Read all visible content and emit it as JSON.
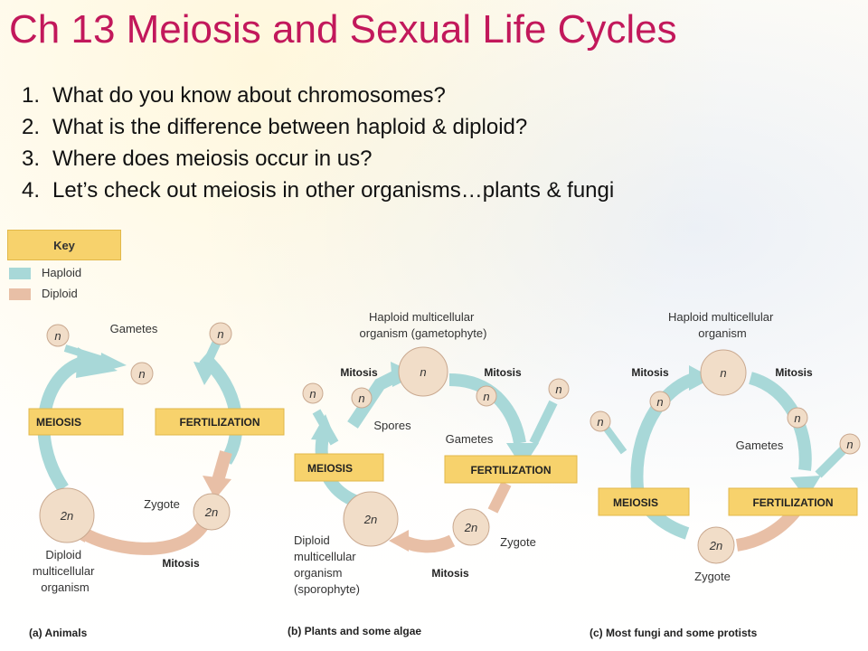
{
  "title": "Ch 13 Meiosis and Sexual Life Cycles",
  "questions": [
    {
      "num": "1.",
      "text": "What do you know about chromosomes?"
    },
    {
      "num": "2.",
      "text": "What is the difference between haploid & diploid?"
    },
    {
      "num": "3.",
      "text": "Where does meiosis occur in us?"
    },
    {
      "num": "4.",
      "text": "Let’s check out meiosis in other organisms…plants & fungi"
    }
  ],
  "key": {
    "title": "Key",
    "haploid": "Haploid",
    "diploid": "Diploid"
  },
  "colors": {
    "title": "#c2185b",
    "haploid": "#a8d8d8",
    "diploid": "#e8bfa6",
    "box": "#f7d26c",
    "cell": "#f1ddc8"
  },
  "animals": {
    "caption": "(a) Animals",
    "gametes": "Gametes",
    "n": "n",
    "two_n": "2n",
    "meiosis": "MEIOSIS",
    "fertilization": "FERTILIZATION",
    "zygote": "Zygote",
    "mitosis": "Mitosis",
    "organism_l1": "Diploid",
    "organism_l2": "multicellular",
    "organism_l3": "organism"
  },
  "plants": {
    "caption": "(b) Plants and some algae",
    "top_l1": "Haploid multicellular",
    "top_l2": "organism (gametophyte)",
    "mitosis": "Mitosis",
    "spores": "Spores",
    "gametes": "Gametes",
    "meiosis": "MEIOSIS",
    "fertilization": "FERTILIZATION",
    "n": "n",
    "two_n": "2n",
    "zygote": "Zygote",
    "org_l1": "Diploid",
    "org_l2": "multicellular",
    "org_l3": "organism",
    "org_l4": "(sporophyte)"
  },
  "fungi": {
    "caption": "(c) Most fungi and some protists",
    "top_l1": "Haploid multicellular",
    "top_l2": "organism",
    "mitosis": "Mitosis",
    "gametes": "Gametes",
    "meiosis": "MEIOSIS",
    "fertilization": "FERTILIZATION",
    "n": "n",
    "two_n": "2n",
    "zygote": "Zygote"
  }
}
